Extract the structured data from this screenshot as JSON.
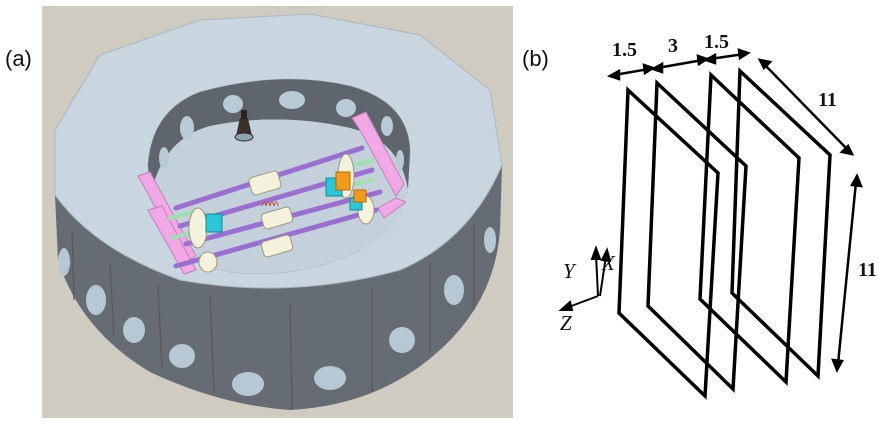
{
  "panel_a": {
    "label": "(a)"
  },
  "panel_b": {
    "label": "(b)",
    "dims": {
      "gap_left": "1.5",
      "gap_mid": "3",
      "gap_right": "1.5",
      "depth": "11",
      "height": "11"
    },
    "axes": {
      "y": "Y",
      "x": "X",
      "z": "Z"
    }
  },
  "colors": {
    "ring_top": "#c9d6e0",
    "ring_side": "#6a7078",
    "background": "#cfcbc1",
    "rod": "#9a6fd1",
    "bracket": "#f0a9e6",
    "collar": "#f4f1dd",
    "cyan_block": "#2cc7d6",
    "orange_block": "#f29a1c"
  }
}
